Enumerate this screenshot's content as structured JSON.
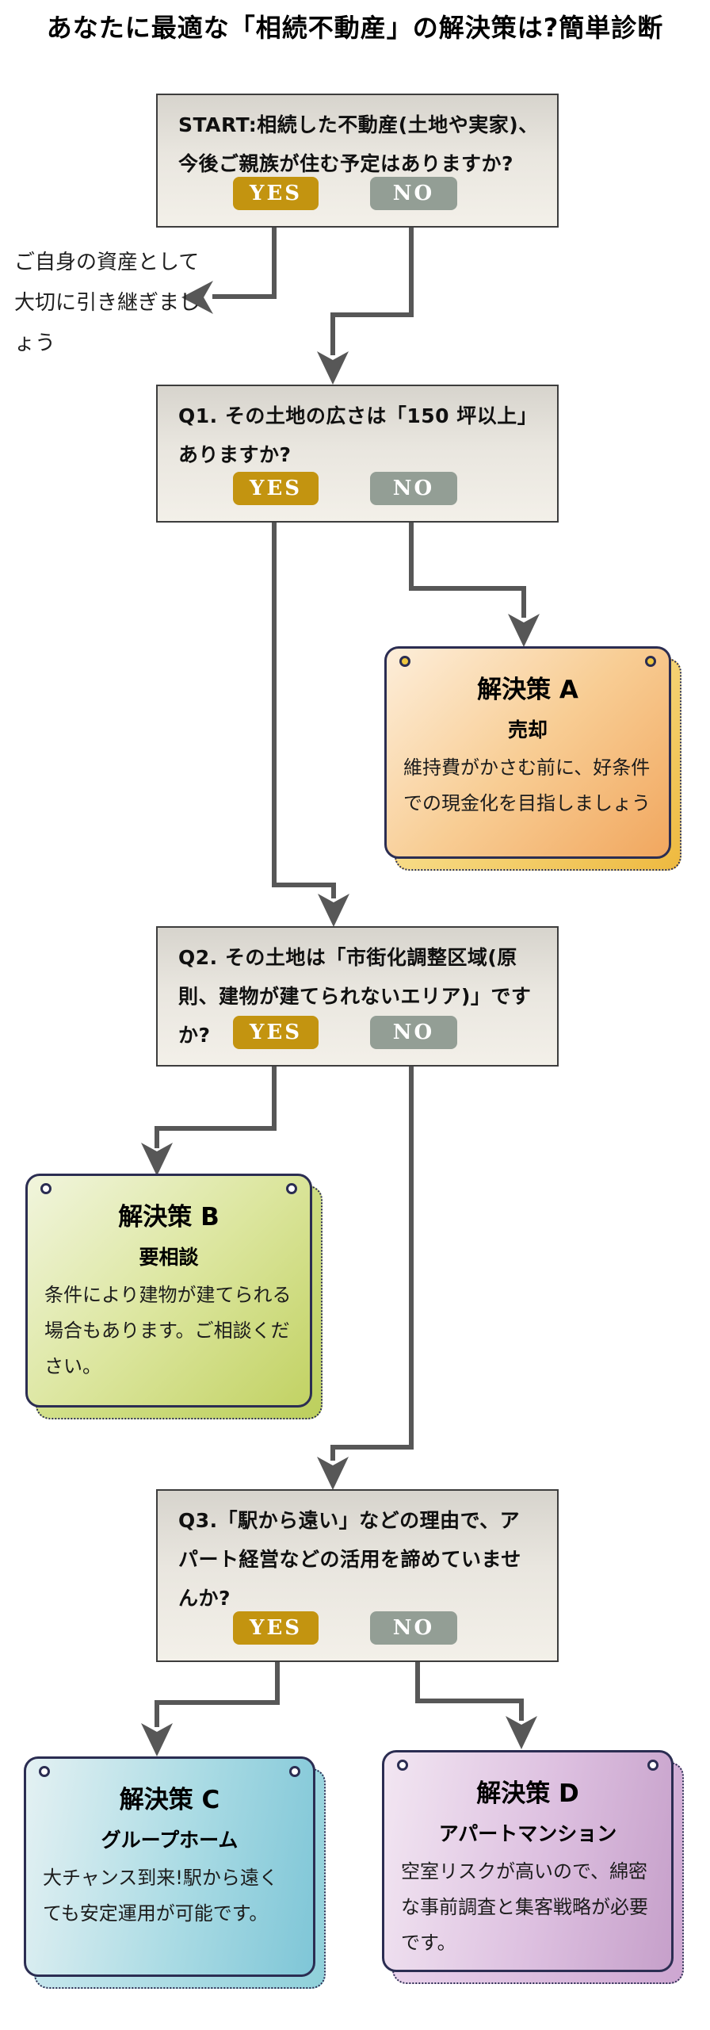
{
  "title": "あなたに最適な「相続不動産」の解決策は?簡単診断",
  "note": {
    "text": "ご自身の資産として大切に引き継ぎましょう"
  },
  "questions": {
    "start": {
      "text": "START:相続した不動産(土地や実家)、今後ご親族が住む予定はありますか?",
      "yes": "YES",
      "no": "NO"
    },
    "q1": {
      "text": "Q1. その土地の広さは「150 坪以上」ありますか?",
      "yes": "YES",
      "no": "NO"
    },
    "q2": {
      "text": "Q2. その土地は「市街化調整区域(原則、建物が建てられないエリア)」ですか?",
      "yes": "YES",
      "no": "NO"
    },
    "q3": {
      "text": "Q3.「駅から遠い」などの理由で、アパート経営などの活用を諦めていませんか?",
      "yes": "YES",
      "no": "NO"
    }
  },
  "solutions": {
    "a": {
      "title": "解決策 A",
      "subtitle": "売却",
      "body": "維持費がかさむ前に、好条件での現金化を目指しましょう",
      "color": "#f1a75f"
    },
    "b": {
      "title": "解決策 B",
      "subtitle": "要相談",
      "body": "条件により建物が建てられる場合もあります。ご相談ください。",
      "color": "#c2d264"
    },
    "c": {
      "title": "解決策 C",
      "subtitle": "グループホーム",
      "body": "大チャンス到来!駅から遠くても安定運用が可能です。",
      "color": "#7fc6d7"
    },
    "d": {
      "title": "解決策 D",
      "subtitle": "アパートマンション",
      "body": "空室リスクが高いので、綿密な事前調査と集客戦略が必要です。",
      "color": "#c6a0ca"
    }
  },
  "colors": {
    "yes_button": "#c39410",
    "no_button": "#939e95",
    "connector": "#575757",
    "card_border": "#2b2d52",
    "question_box_border": "#3d3d3d"
  }
}
